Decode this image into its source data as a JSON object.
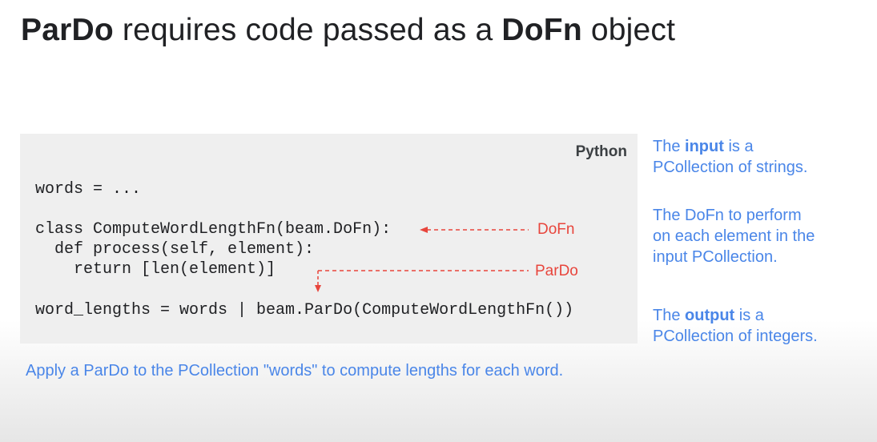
{
  "title": {
    "bold1": "ParDo",
    "mid": " requires code passed as a ",
    "bold2": "DoFn",
    "end": " object"
  },
  "code": {
    "language": "Python",
    "lines": [
      "words = ...",
      "class ComputeWordLengthFn(beam.DoFn):",
      "  def process(self, element):",
      "    return [len(element)]",
      "word_lengths = words | beam.ParDo(ComputeWordLengthFn())"
    ]
  },
  "annotations": {
    "dofn": "DoFn",
    "pardo": "ParDo"
  },
  "notes": {
    "input": {
      "pre": "The ",
      "bold": "input",
      "post": " is a",
      "line2": "PCollection of strings."
    },
    "dofn": {
      "line1": "The DoFn to perform",
      "line2": "on each element in the",
      "line3": "input PCollection."
    },
    "output": {
      "pre": "The ",
      "bold": "output",
      "post": " is a",
      "line2": "PCollection of integers."
    }
  },
  "caption": "Apply a ParDo to the PCollection \"words\" to compute lengths for each word.",
  "colors": {
    "accent_blue": "#4a86e8",
    "annotation_red": "#e8453c",
    "code_bg": "#efefef"
  }
}
